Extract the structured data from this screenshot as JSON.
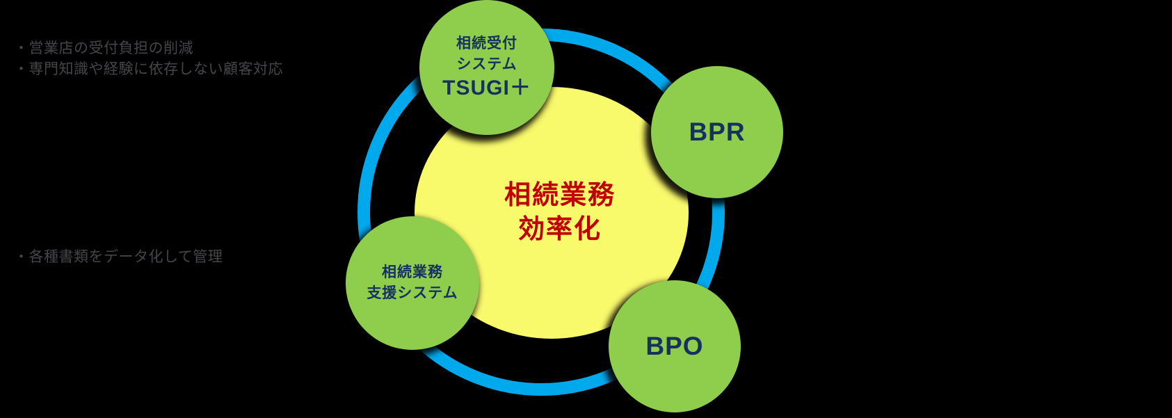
{
  "colors": {
    "background": "#000000",
    "green": "#8FCE4D",
    "yellow": "#F9F96C",
    "blue": "#00A8EC",
    "navy": "#16305F",
    "red": "#C00000",
    "gray": "#45454B"
  },
  "notes": {
    "line1": "・営業店の受付負担の削減",
    "line2": "・専門知識や経験に依存しない顧客対応",
    "line3": "・各種書類をデータ化して管理"
  },
  "center": {
    "line1": "相続業務",
    "line2": "効率化"
  },
  "satellites": {
    "tsugi": {
      "line1": "相続受付",
      "line2": "システム",
      "line3": "TSUGI＋"
    },
    "bpr": {
      "label": "BPR"
    },
    "support": {
      "line1": "相続業務",
      "line2": "支援システム"
    },
    "bpo": {
      "label": "BPO"
    }
  }
}
